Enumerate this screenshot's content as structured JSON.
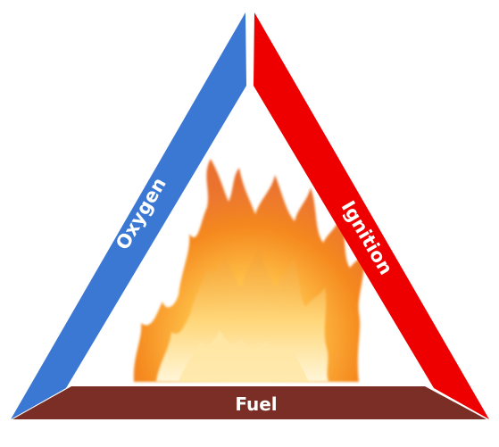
{
  "diagram": {
    "sides": {
      "left": {
        "label": "Oxygen",
        "color": "#3b78d3"
      },
      "right": {
        "label": "Ignition",
        "color": "#ee0000"
      },
      "bottom": {
        "label": "Fuel",
        "color": "#7a2e26"
      }
    },
    "center": {
      "image": "fire-flames"
    }
  }
}
